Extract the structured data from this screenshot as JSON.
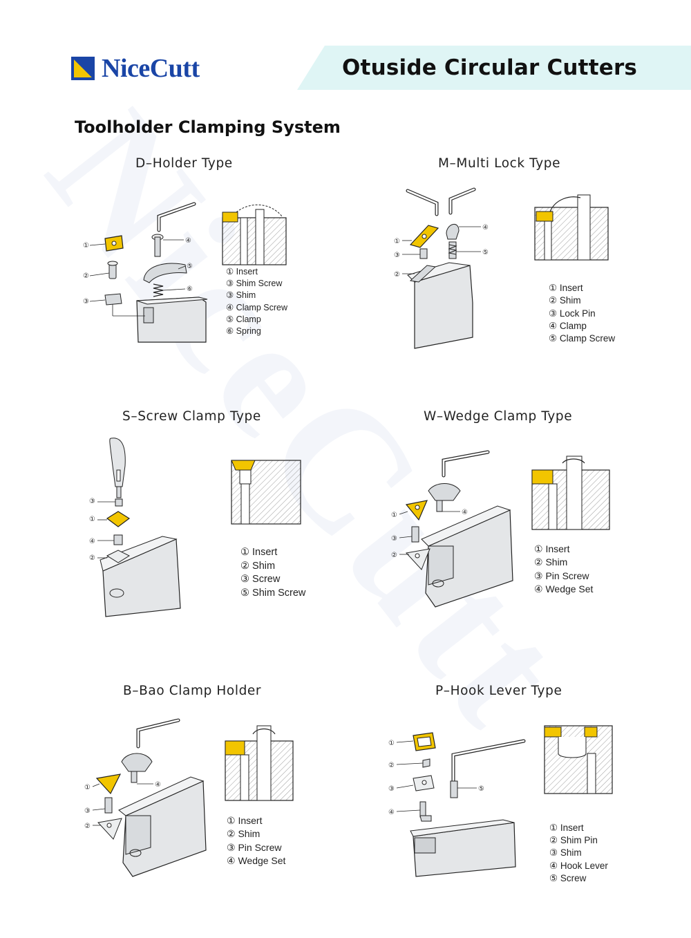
{
  "brand": {
    "name": "NiceCutt",
    "primary_color": "#1a45a6",
    "accent_color": "#f2c500",
    "band_color": "#dff5f5"
  },
  "header": {
    "title": "Otuside Circular Cutters"
  },
  "section": {
    "title": "Toolholder Clamping System"
  },
  "panels": [
    {
      "id": "d",
      "title": "D–Holder Type",
      "legend": [
        "① Insert",
        "③ Shim Screw",
        "③ Shim",
        "④ Clamp Screw",
        "⑤ Clamp",
        "⑥ Spring"
      ],
      "callouts": [
        "①",
        "②",
        "③",
        "④",
        "⑤",
        "⑥"
      ]
    },
    {
      "id": "m",
      "title": "M–Multi Lock Type",
      "legend": [
        "① Insert",
        "② Shim",
        "③ Lock Pin",
        "④ Clamp",
        "⑤ Clamp Screw"
      ],
      "callouts": [
        "①",
        "③",
        "②",
        "④",
        "⑤"
      ]
    },
    {
      "id": "s",
      "title": "S–Screw Clamp Type",
      "legend": [
        "① Insert",
        "② Shim",
        "③ Screw",
        "⑤ Shim Screw"
      ],
      "callouts": [
        "③",
        "①",
        "④",
        "②"
      ]
    },
    {
      "id": "w",
      "title": "W–Wedge Clamp Type",
      "legend": [
        "① Insert",
        "② Shim",
        "③ Pin Screw",
        "④ Wedge Set"
      ],
      "callouts": [
        "①",
        "④",
        "③",
        "②"
      ]
    },
    {
      "id": "b",
      "title": "B–Bao Clamp Holder",
      "legend": [
        "① Insert",
        "② Shim",
        "③ Pin Screw",
        "④ Wedge Set"
      ],
      "callouts": [
        "①",
        "④",
        "③",
        "②"
      ]
    },
    {
      "id": "p",
      "title": "P–Hook Lever Type",
      "legend": [
        "① Insert",
        "② Shim Pin",
        "③ Shim",
        "④ Hook Lever",
        "⑤ Screw"
      ],
      "callouts": [
        "①",
        "②",
        "③",
        "④",
        "⑤"
      ]
    }
  ]
}
